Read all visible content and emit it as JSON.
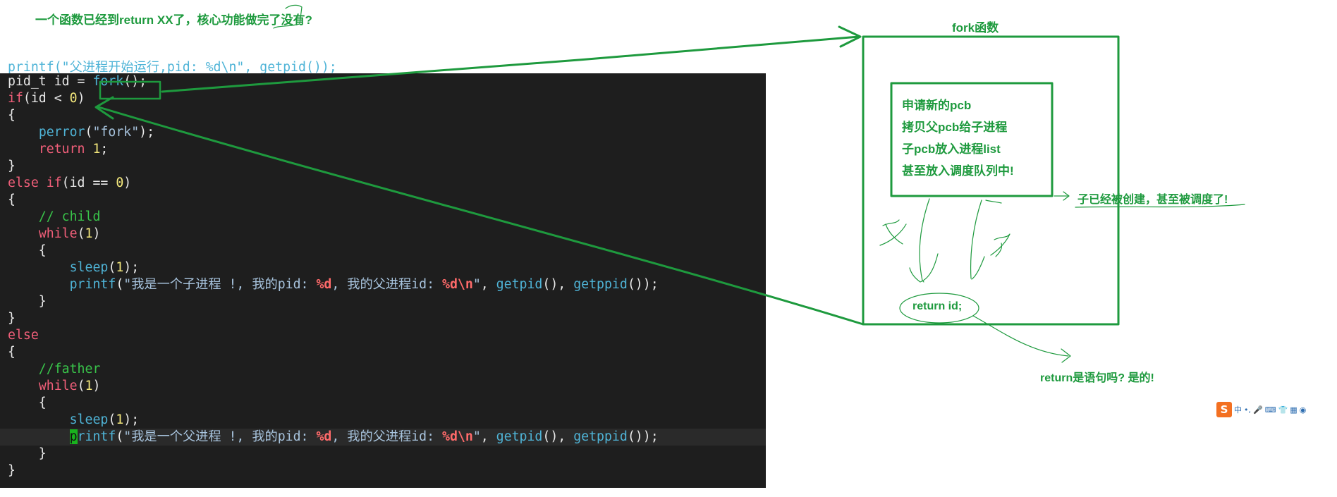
{
  "title_note": "一个函数已经到return XX了，核心功能做完了没有?",
  "code": {
    "top_partial": "printf(\"父进程开始运行,pid: %d\\n\", getpid());",
    "lines": [
      [
        {
          "t": "pid_t id = ",
          "c": "idf"
        },
        {
          "t": "fork",
          "c": "fn"
        },
        {
          "t": "();",
          "c": "idf"
        }
      ],
      [
        {
          "t": "if",
          "c": "kw"
        },
        {
          "t": "(id < ",
          "c": "idf"
        },
        {
          "t": "0",
          "c": "num"
        },
        {
          "t": ")",
          "c": "idf"
        }
      ],
      [
        {
          "t": "{",
          "c": "idf"
        }
      ],
      [
        {
          "t": "    ",
          "c": "idf"
        },
        {
          "t": "perror",
          "c": "fn"
        },
        {
          "t": "(",
          "c": "idf"
        },
        {
          "t": "\"fork\"",
          "c": "str"
        },
        {
          "t": ");",
          "c": "idf"
        }
      ],
      [
        {
          "t": "    ",
          "c": "idf"
        },
        {
          "t": "return",
          "c": "kw"
        },
        {
          "t": " ",
          "c": "idf"
        },
        {
          "t": "1",
          "c": "num"
        },
        {
          "t": ";",
          "c": "idf"
        }
      ],
      [
        {
          "t": "}",
          "c": "idf"
        }
      ],
      [
        {
          "t": "else if",
          "c": "kw"
        },
        {
          "t": "(id == ",
          "c": "idf"
        },
        {
          "t": "0",
          "c": "num"
        },
        {
          "t": ")",
          "c": "idf"
        }
      ],
      [
        {
          "t": "{",
          "c": "idf"
        }
      ],
      [
        {
          "t": "    // child",
          "c": "cmt"
        }
      ],
      [
        {
          "t": "    ",
          "c": "idf"
        },
        {
          "t": "while",
          "c": "kw"
        },
        {
          "t": "(",
          "c": "idf"
        },
        {
          "t": "1",
          "c": "num"
        },
        {
          "t": ")",
          "c": "idf"
        }
      ],
      [
        {
          "t": "    {",
          "c": "idf"
        }
      ],
      [
        {
          "t": "        ",
          "c": "idf"
        },
        {
          "t": "sleep",
          "c": "fn"
        },
        {
          "t": "(",
          "c": "idf"
        },
        {
          "t": "1",
          "c": "num"
        },
        {
          "t": ");",
          "c": "idf"
        }
      ],
      [
        {
          "t": "        ",
          "c": "idf"
        },
        {
          "t": "printf",
          "c": "fn"
        },
        {
          "t": "(",
          "c": "idf"
        },
        {
          "t": "\"我是一个子进程 !, 我的pid: ",
          "c": "str"
        },
        {
          "t": "%d",
          "c": "fmt"
        },
        {
          "t": ", 我的父进程id: ",
          "c": "str"
        },
        {
          "t": "%d\\n",
          "c": "fmt"
        },
        {
          "t": "\"",
          "c": "str"
        },
        {
          "t": ", ",
          "c": "idf"
        },
        {
          "t": "getpid",
          "c": "fn"
        },
        {
          "t": "(), ",
          "c": "idf"
        },
        {
          "t": "getppid",
          "c": "fn"
        },
        {
          "t": "());",
          "c": "idf"
        }
      ],
      [
        {
          "t": "    }",
          "c": "idf"
        }
      ],
      [
        {
          "t": "}",
          "c": "idf"
        }
      ],
      [
        {
          "t": "else",
          "c": "kw"
        }
      ],
      [
        {
          "t": "{",
          "c": "idf"
        }
      ],
      [
        {
          "t": "    //father",
          "c": "cmt"
        }
      ],
      [
        {
          "t": "    ",
          "c": "idf"
        },
        {
          "t": "while",
          "c": "kw"
        },
        {
          "t": "(",
          "c": "idf"
        },
        {
          "t": "1",
          "c": "num"
        },
        {
          "t": ")",
          "c": "idf"
        }
      ],
      [
        {
          "t": "    {",
          "c": "idf"
        }
      ],
      [
        {
          "t": "        ",
          "c": "idf"
        },
        {
          "t": "sleep",
          "c": "fn"
        },
        {
          "t": "(",
          "c": "idf"
        },
        {
          "t": "1",
          "c": "num"
        },
        {
          "t": ");",
          "c": "idf"
        }
      ],
      [
        {
          "t": "        ",
          "c": "idf"
        },
        {
          "t": "p",
          "c": "cursor"
        },
        {
          "t": "rintf",
          "c": "fn"
        },
        {
          "t": "(",
          "c": "idf"
        },
        {
          "t": "\"我是一个父进程 !, 我的pid: ",
          "c": "str"
        },
        {
          "t": "%d",
          "c": "fmt"
        },
        {
          "t": ", 我的父进程id: ",
          "c": "str"
        },
        {
          "t": "%d\\n",
          "c": "fmt"
        },
        {
          "t": "\"",
          "c": "str"
        },
        {
          "t": ", ",
          "c": "idf"
        },
        {
          "t": "getpid",
          "c": "fn"
        },
        {
          "t": "(), ",
          "c": "idf"
        },
        {
          "t": "getppid",
          "c": "fn"
        },
        {
          "t": "());",
          "c": "idf"
        }
      ],
      [
        {
          "t": "    }",
          "c": "idf"
        }
      ],
      [
        {
          "t": "}",
          "c": "idf"
        }
      ]
    ],
    "current_line": 21
  },
  "fork_box": {
    "title": "fork函数",
    "inner_steps": [
      "申请新的pcb",
      "拷贝父pcb给子进程",
      "子pcb放入进程list",
      "甚至放入调度队列中!"
    ],
    "return_label": "return id;"
  },
  "side_notes": {
    "child_created": "子已经被创建，甚至被调度了!",
    "return_question": "return是语句吗? 是的!"
  },
  "toolbar": {
    "logo": "S",
    "items": [
      "中",
      "•,",
      "🎤",
      "⌨",
      "👕",
      "▦",
      "◉"
    ]
  },
  "colors": {
    "annotation_green": "#1e9a3e",
    "code_background": "#1e1e1e"
  }
}
